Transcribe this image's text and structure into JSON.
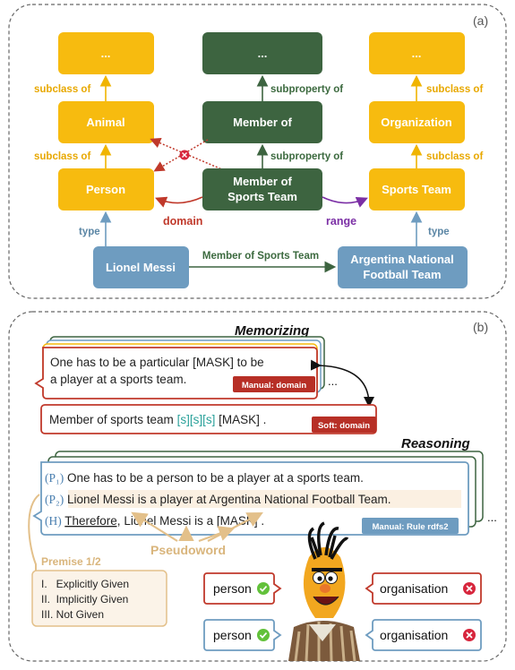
{
  "panel_a": {
    "label": "(a)",
    "nodes": {
      "dots_left": "...",
      "dots_mid": "...",
      "dots_right": "...",
      "animal": "Animal",
      "member_of": "Member of",
      "organization": "Organization",
      "person": "Person",
      "member_sports_l1": "Member of",
      "member_sports_l2": "Sports Team",
      "sports_team": "Sports Team",
      "messi": "Lionel Messi",
      "argentina_l1": "Argentina National",
      "argentina_l2": "Football Team"
    },
    "edges": {
      "subclass_left_top": "subclass of",
      "subclass_left_bottom": "subclass of",
      "subclass_right_top": "subclass of",
      "subclass_right_bottom": "subclass of",
      "subproperty_top": "subproperty of",
      "subproperty_bottom": "subproperty of",
      "domain": "domain",
      "range": "range",
      "type_left": "type",
      "type_right": "type",
      "member_sports": "Member of Sports Team"
    },
    "colors": {
      "yellow": "#f7bb0f",
      "green": "#3d6440",
      "blue": "#6e9cc0",
      "red": "#c0392b",
      "purple": "#7b2fa5"
    }
  },
  "panel_b": {
    "label": "(b)",
    "memorizing": "Memorizing",
    "reasoning": "Reasoning",
    "manual_l1": "One has to be a particular [MASK] to be",
    "manual_l2": "a player at a sports team.",
    "manual_tag": "Manual: domain",
    "ellipsis1": "...",
    "soft_prefix": "Member of sports team",
    "soft_tokens": "[s][s][s]",
    "soft_suffix": "[MASK] .",
    "soft_tag": "Soft: domain",
    "p1_label": "(P₁)",
    "p1_text": "One has to be a person to be a player at a sports team.",
    "p2_label": "(P₂)",
    "p2_messi": "Lionel Messi",
    "p2_mid": "is a player at",
    "p2_arg": "Argentina National Football Team.",
    "h_label": "(H)",
    "h_therefore": "Therefore,",
    "h_rest": "Lionel Messi is a [MASK] .",
    "rule_tag": "Manual: Rule rdfs2",
    "ellipsis2": "...",
    "pseudoword": "Pseudoword",
    "premise_title": "Premise 1/2",
    "premise_items": [
      "I.   Explicitly Given",
      "II.  Implicitly Given",
      "III. Not Given"
    ],
    "answers": [
      "person",
      "organisation",
      "person",
      "organisation"
    ]
  }
}
